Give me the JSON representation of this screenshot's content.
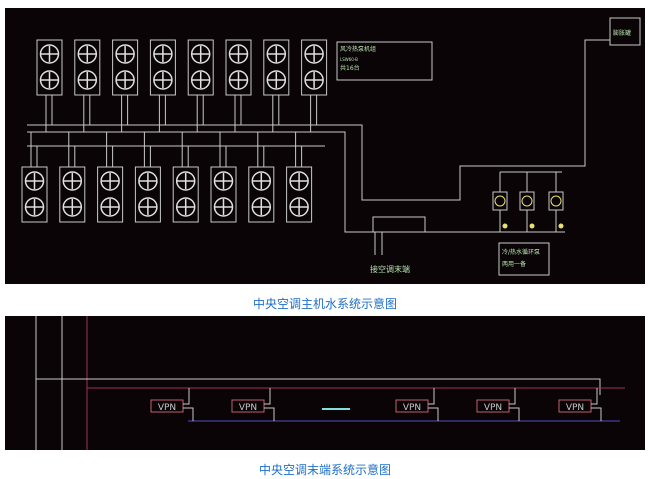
{
  "top_diagram": {
    "chiller_rows": [
      8,
      8
    ],
    "chiller_label": [
      "风冷热泵机组",
      "LSW60-B",
      "共16台"
    ],
    "tank_label": "膨胀罐",
    "pump_count": 3,
    "pump_label": [
      "冷/热水循环泵",
      "两用一备"
    ],
    "outlet_label": "接空调末端",
    "caption": "中央空调主机水系统示意图"
  },
  "bottom_diagram": {
    "units": [
      "VPN",
      "VPN",
      "VPN",
      "VPN",
      "VPN"
    ],
    "caption": "中央空调末端系统示意图"
  },
  "colors": {
    "background": "#0a0406",
    "pipe": "#c8c8c8",
    "supply": "#a03050",
    "return": "#5050c0",
    "caption": "#1f6fc4"
  }
}
